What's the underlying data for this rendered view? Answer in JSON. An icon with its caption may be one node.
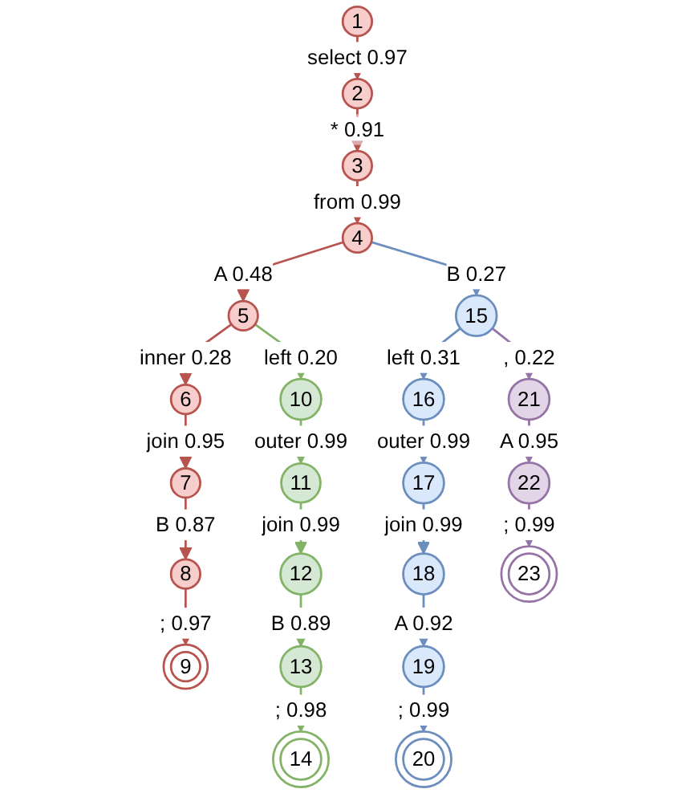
{
  "diagram": {
    "nodes": [
      {
        "text": [
          "1"
        ]
      },
      {
        "text": [
          "2"
        ]
      },
      {
        "text": [
          "3"
        ]
      },
      {
        "text": [
          "4"
        ]
      },
      {
        "text": [
          "5"
        ]
      },
      {
        "text": [
          "6"
        ]
      },
      {
        "text": [
          "7"
        ]
      },
      {
        "text": [
          "8"
        ]
      },
      {
        "text": [
          "9"
        ]
      },
      {
        "text": [
          "10"
        ]
      },
      {
        "text": [
          "11"
        ]
      },
      {
        "text": [
          "12"
        ]
      },
      {
        "text": [
          "13"
        ]
      },
      {
        "text": [
          "14"
        ]
      },
      {
        "text": [
          "15"
        ]
      },
      {
        "text": [
          "16"
        ]
      },
      {
        "text": [
          "17"
        ]
      },
      {
        "text": [
          "18"
        ]
      },
      {
        "text": [
          "19"
        ]
      },
      {
        "text": [
          "20"
        ]
      },
      {
        "text": [
          "21"
        ]
      },
      {
        "text": [
          "22"
        ]
      },
      {
        "text": [
          "23"
        ]
      }
    ],
    "edges": [
      {
        "from": 0,
        "to": 1,
        "arrow": "to",
        "label": "select 0.97"
      },
      {
        "from": 1,
        "to": 2,
        "arrow": "to",
        "label": "* 0.91"
      },
      {
        "from": 2,
        "to": 3,
        "arrow": "to",
        "label": "from 0.99"
      },
      {
        "from": 3,
        "to": 4,
        "arrow": "to",
        "label": "A 0.48"
      },
      {
        "from": 3,
        "to": 14,
        "arrow": "to",
        "label": "B 0.27",
        "color": "#6c8ebf"
      },
      {
        "from": 4,
        "to": 5,
        "arrow": "to",
        "label": "inner 0.28"
      },
      {
        "from": 4,
        "to": 9,
        "arrow": "to",
        "label": "left 0.20",
        "color": "#82b366"
      },
      {
        "from": 5,
        "to": 6,
        "arrow": "to",
        "label": "join 0.95"
      },
      {
        "from": 6,
        "to": 7,
        "arrow": "to",
        "label": "B 0.87"
      },
      {
        "from": 7,
        "to": 8,
        "arrow": "to",
        "label": "; 0.97"
      },
      {
        "from": 9,
        "to": 10,
        "arrow": "to",
        "label": "outer 0.99",
        "color": "#82b366"
      },
      {
        "from": 10,
        "to": 11,
        "arrow": "to",
        "label": "join 0.99",
        "color": "#82b366"
      },
      {
        "from": 11,
        "to": 12,
        "arrow": "to",
        "label": "B 0.89",
        "color": "#82b366"
      },
      {
        "from": 12,
        "to": 13,
        "arrow": "to",
        "label": "; 0.98",
        "color": "#82b366"
      },
      {
        "from": 14,
        "to": 15,
        "arrow": "to",
        "label": "left 0.31",
        "color": "#6c8ebf"
      },
      {
        "from": 14,
        "to": 20,
        "arrow": "to",
        "label": ", 0.22",
        "color": "#9673a6"
      },
      {
        "from": 15,
        "to": 16,
        "arrow": "to",
        "label": "outer 0.99",
        "color": "#6c8ebf"
      },
      {
        "from": 16,
        "to": 17,
        "arrow": "to",
        "label": "join 0.99",
        "color": "#6c8ebf"
      },
      {
        "from": 17,
        "to": 18,
        "arrow": "to",
        "label": "A 0.92",
        "color": "#6c8ebf"
      },
      {
        "from": 18,
        "to": 19,
        "arrow": "to",
        "label": "; 0.99",
        "color": "#6c8ebf"
      },
      {
        "from": 20,
        "to": 21,
        "arrow": "to",
        "label": "A 0.95",
        "color": "#9673a6"
      },
      {
        "from": 21,
        "to": 22,
        "arrow": "to",
        "label": "; 0.99",
        "color": "#9673a6"
      }
    ]
  }
}
